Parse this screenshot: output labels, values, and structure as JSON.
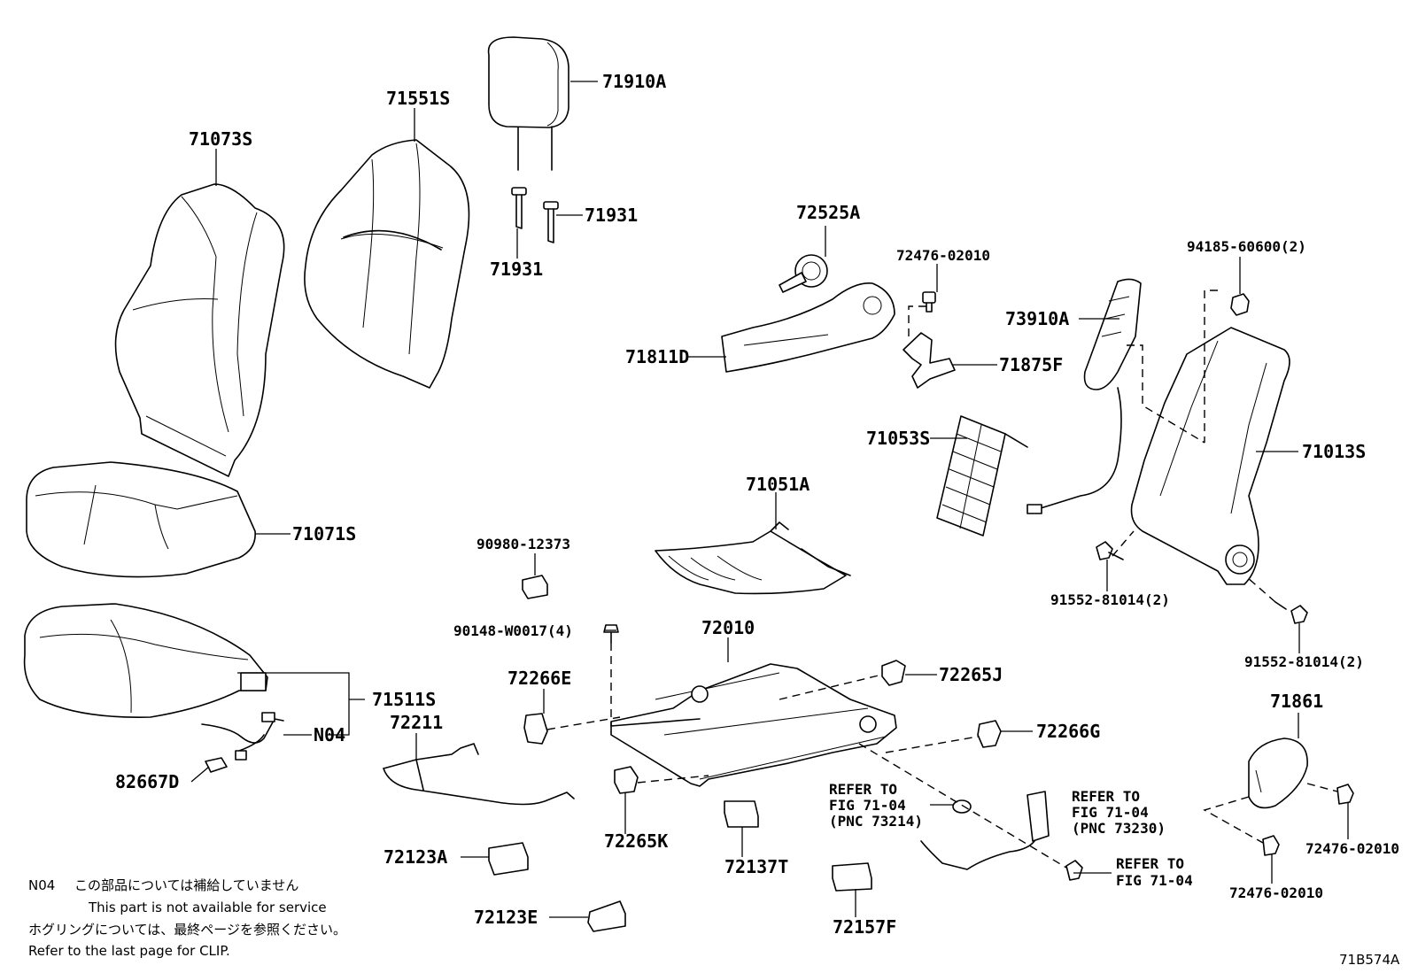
{
  "parts": {
    "p71910A": "71910A",
    "p71551S": "71551S",
    "p71073S": "71073S",
    "p71931_right": "71931",
    "p71931_below": "71931",
    "p72525A": "72525A",
    "p72476_top": "72476-02010",
    "p94185": "94185-60600(2)",
    "p73910A": "73910A",
    "p71811D": "71811D",
    "p71875F": "71875F",
    "p71053S": "71053S",
    "p71013S": "71013S",
    "p71051A": "71051A",
    "p71071S": "71071S",
    "p90980": "90980-12373",
    "p91552_a": "91552-81014(2)",
    "p90148": "90148-W0017(4)",
    "p72010": "72010",
    "p91552_b": "91552-81014(2)",
    "p72266E": "72266E",
    "p72265J": "72265J",
    "p71511S": "71511S",
    "p72211": "72211",
    "p71861": "71861",
    "pN04": "N04",
    "p72266G": "72266G",
    "p82667D": "82667D",
    "p72265K": "72265K",
    "p72137T": "72137T",
    "p72123A": "72123A",
    "p72157F": "72157F",
    "p72123E": "72123E",
    "p72476_r1": "72476-02010",
    "p72476_r2": "72476-02010"
  },
  "refs": {
    "ref1_l1": "REFER TO",
    "ref1_l2": "FIG 71-04",
    "ref1_l3": "(PNC 73214)",
    "ref2_l1": "REFER TO",
    "ref2_l2": "FIG 71-04",
    "ref2_l3": "(PNC 73230)",
    "ref3_l1": "REFER TO",
    "ref3_l2": "FIG 71-04"
  },
  "notes": {
    "n04_code": "N04",
    "n04_ja": "この部品については補給していません",
    "n04_en": "This part is not available for service",
    "clip_ja": "ホグリングについては、最終ページを参照ください。",
    "clip_en": "Refer to the last page for CLIP."
  },
  "figure_id": "71B574A"
}
